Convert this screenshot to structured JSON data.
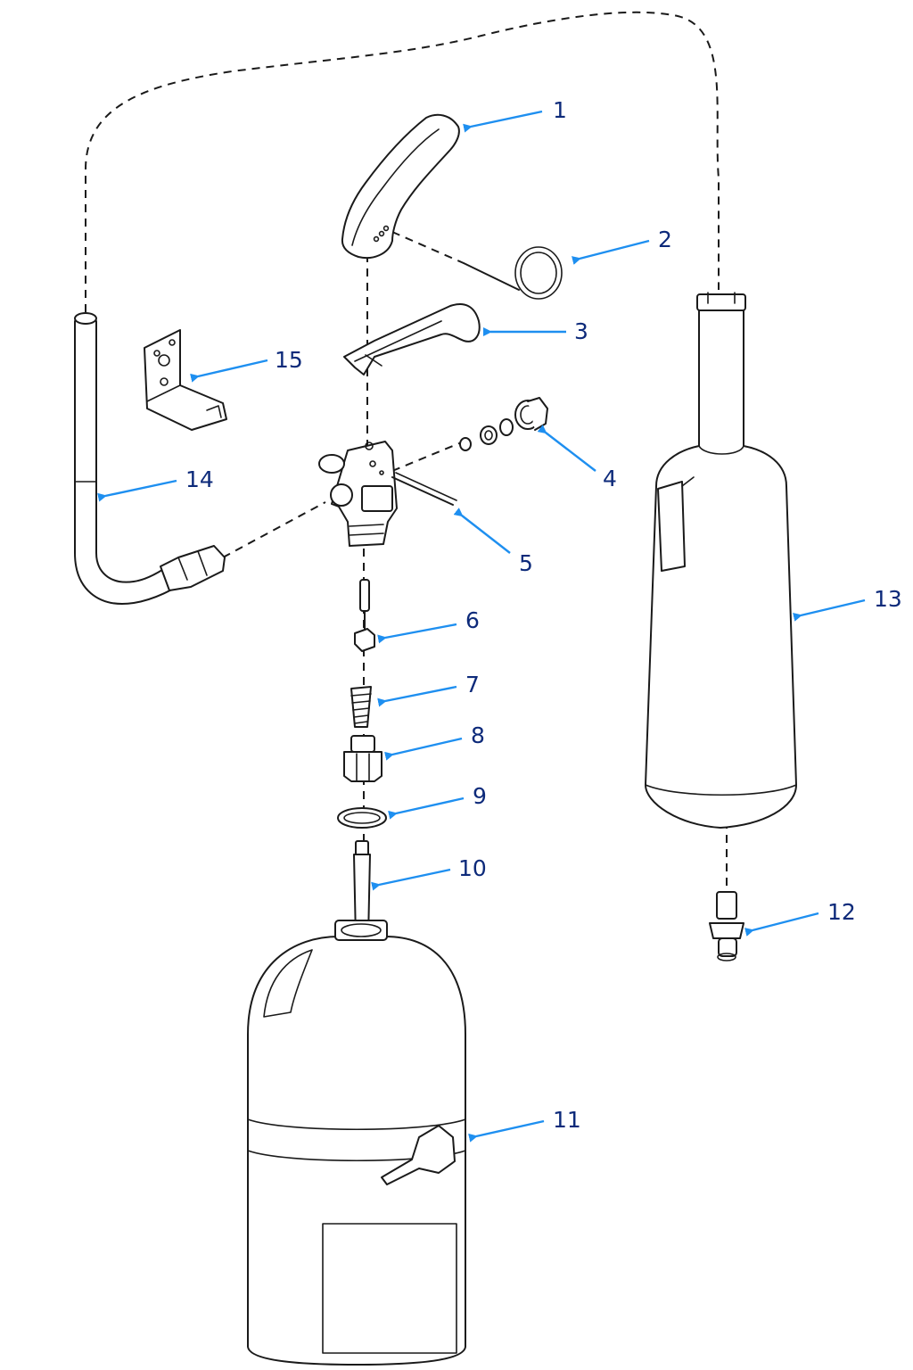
{
  "diagram": {
    "accent_color": "#1e8ff0",
    "label_color": "#0d2a7a",
    "callouts": [
      {
        "number": "1",
        "part": "handle-lever"
      },
      {
        "number": "2",
        "part": "ring-pin"
      },
      {
        "number": "3",
        "part": "carrying-handle"
      },
      {
        "number": "4",
        "part": "nut-and-washer-set"
      },
      {
        "number": "5",
        "part": "pivot-pin"
      },
      {
        "number": "6",
        "part": "valve-stem"
      },
      {
        "number": "7",
        "part": "spring"
      },
      {
        "number": "8",
        "part": "collar-nut"
      },
      {
        "number": "9",
        "part": "o-ring"
      },
      {
        "number": "10",
        "part": "siphon-tube"
      },
      {
        "number": "11",
        "part": "cylinder"
      },
      {
        "number": "12",
        "part": "horn-adapter"
      },
      {
        "number": "13",
        "part": "discharge-horn"
      },
      {
        "number": "14",
        "part": "hose"
      },
      {
        "number": "15",
        "part": "wall-bracket"
      }
    ]
  }
}
